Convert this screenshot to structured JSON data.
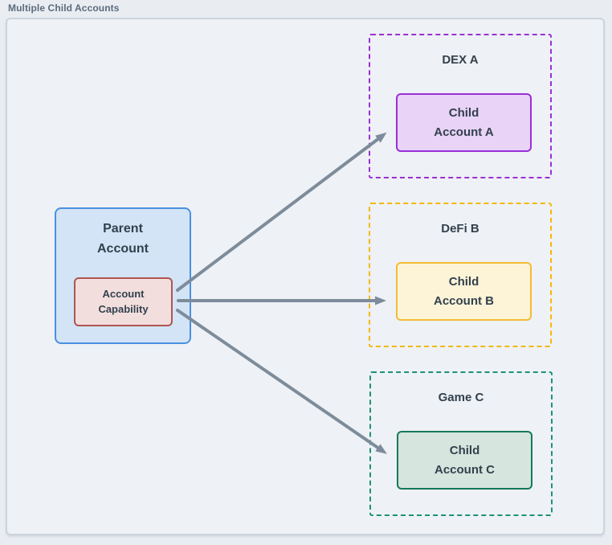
{
  "title": "Multiple Child Accounts",
  "parent": {
    "label": [
      "Parent",
      "Account"
    ],
    "capability_label": [
      "Account",
      "Capability"
    ]
  },
  "groups": [
    {
      "title": "DEX A",
      "child_label": [
        "Child",
        "Account A"
      ]
    },
    {
      "title": "DeFi B",
      "child_label": [
        "Child",
        "Account B"
      ]
    },
    {
      "title": "Game C",
      "child_label": [
        "Child",
        "Account C"
      ]
    }
  ],
  "colors": {
    "text": "#33414e",
    "title_text": "#5d6b7c",
    "canvas_fill": "#eef1f5",
    "canvas_border": "#cbd4dd",
    "parent_fill": "#d3e4f6",
    "parent_border": "#4a90e2",
    "capability_fill": "#f2dfdd",
    "capability_border": "#b05450",
    "dex_accent": "#9a2fd6",
    "dex_child_fill": "#e9d3f7",
    "dex_child_border": "#9a2fd6",
    "defi_accent": "#f2b90d",
    "defi_child_fill": "#fdf4d8",
    "defi_child_border": "#f3bc34",
    "game_accent": "#1b9377",
    "game_child_fill": "#d6e5dd",
    "game_child_border": "#157a5a",
    "arrow": "#7d8c9b"
  }
}
